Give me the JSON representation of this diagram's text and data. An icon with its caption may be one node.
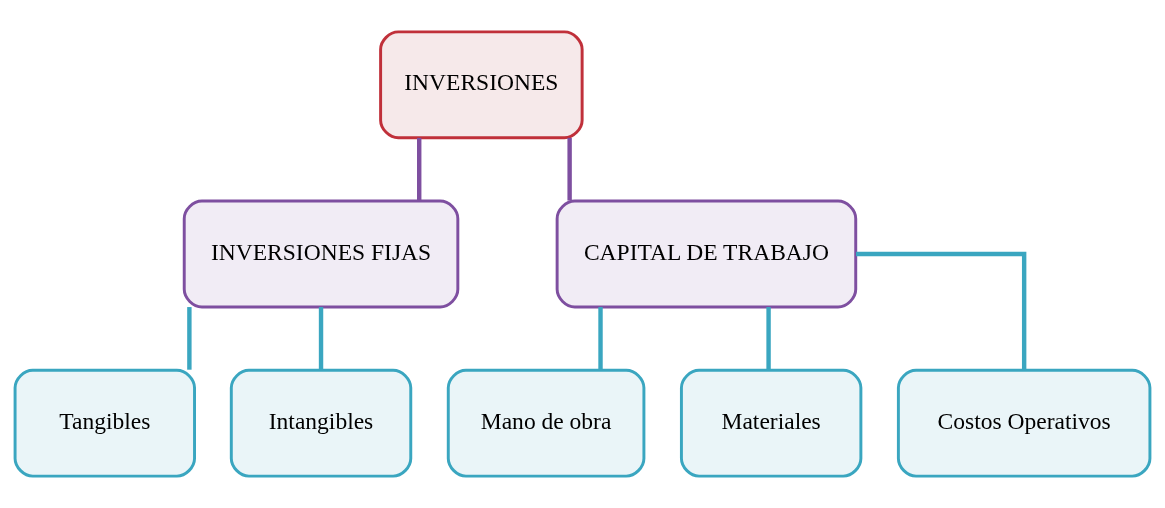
{
  "diagram": {
    "nodes": [
      {
        "text": [
          "INVERSIONES"
        ]
      },
      {
        "text": [
          "INVERSIONES FIJAS"
        ]
      },
      {
        "text": [
          "CAPITAL DE TRABAJO"
        ]
      },
      {
        "text": [
          "Tangibles"
        ]
      },
      {
        "text": [
          "Intangibles"
        ]
      },
      {
        "text": [
          "Mano de obra"
        ]
      },
      {
        "text": [
          "Materiales"
        ]
      },
      {
        "text": [
          "Costos Operativos"
        ]
      }
    ],
    "edges": [
      {
        "from": 0,
        "to": 1,
        "arrow": "none",
        "color": "#7e4fa0"
      },
      {
        "from": 0,
        "to": 2,
        "arrow": "none",
        "color": "#7e4fa0"
      },
      {
        "from": 1,
        "to": 3,
        "arrow": "none"
      },
      {
        "from": 1,
        "to": 4,
        "arrow": "none"
      },
      {
        "from": 2,
        "to": 5,
        "arrow": "none"
      },
      {
        "from": 2,
        "to": 6,
        "arrow": "none"
      },
      {
        "from": 2,
        "to": 7,
        "arrow": "none"
      }
    ]
  }
}
